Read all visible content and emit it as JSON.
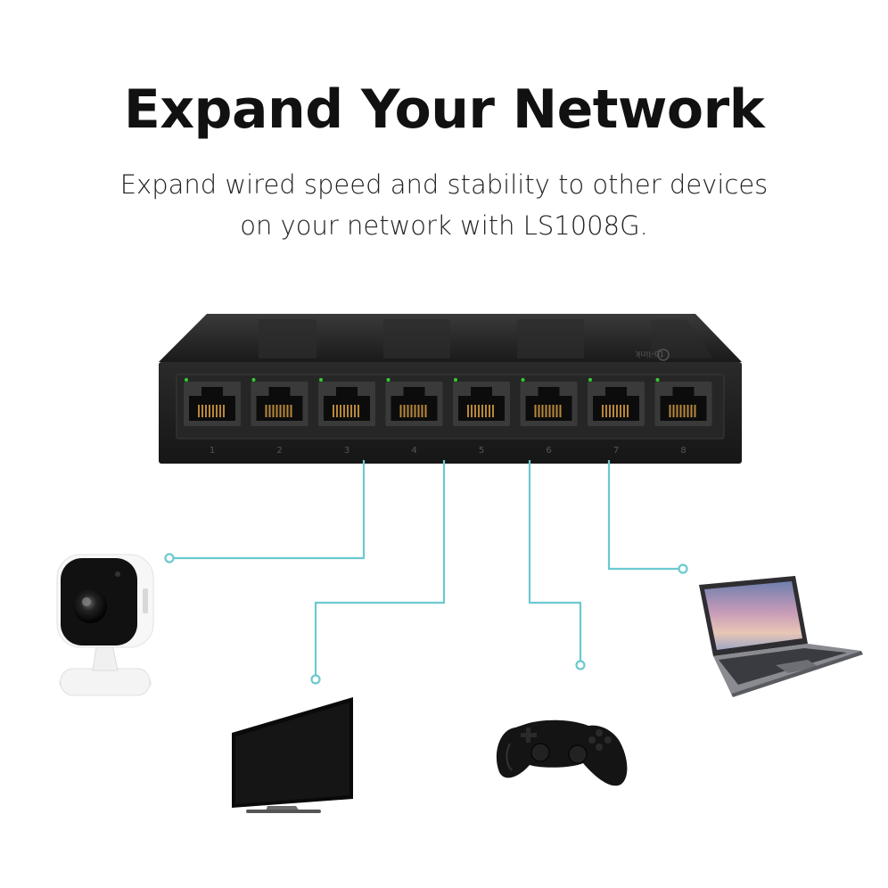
{
  "headline": "Expand Your Network",
  "subtitle_lines": [
    "Expand wired speed and stability to other devices",
    "on your network with LS1008G."
  ],
  "switch": {
    "brand": "tp-link",
    "ports": [
      "1",
      "2",
      "3",
      "4",
      "5",
      "6",
      "7",
      "8"
    ]
  },
  "devices": [
    "camera-icon",
    "tv-icon",
    "gamepad-icon",
    "laptop-icon"
  ],
  "colors": {
    "connector": "#6cc9d0",
    "switch_body": "#1e1e1e",
    "port_contacts": "#b8873a",
    "led": "#33cc33"
  }
}
